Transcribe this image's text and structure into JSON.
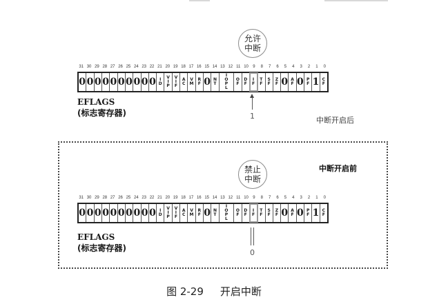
{
  "bit_numbers": [
    "31",
    "30",
    "29",
    "28",
    "27",
    "26",
    "25",
    "24",
    "23",
    "22",
    "21",
    "20",
    "19",
    "18",
    "17",
    "16",
    "15",
    "14",
    "13",
    "12",
    "11",
    "10",
    "9",
    "8",
    "7",
    "6",
    "5",
    "4",
    "3",
    "2",
    "1",
    "0"
  ],
  "cells": [
    [
      "0"
    ],
    [
      "0"
    ],
    [
      "0"
    ],
    [
      "0"
    ],
    [
      "0"
    ],
    [
      "0"
    ],
    [
      "0"
    ],
    [
      "0"
    ],
    [
      "0"
    ],
    [
      "0"
    ],
    [
      "I",
      "D"
    ],
    [
      "V",
      "I",
      "P"
    ],
    [
      "V",
      "I",
      "F"
    ],
    [
      "A",
      "C"
    ],
    [
      "V",
      "M"
    ],
    [
      "R",
      "F"
    ],
    [
      "0"
    ],
    [
      "N",
      "T"
    ],
    [
      "I",
      "O",
      "P",
      "L"
    ],
    [
      "O",
      "F"
    ],
    [
      "D",
      "F"
    ],
    [
      "I",
      "F"
    ],
    [
      "T",
      "F"
    ],
    [
      "S",
      "F"
    ],
    [
      "Z",
      "F"
    ],
    [
      "0"
    ],
    [
      "A",
      "F"
    ],
    [
      "0"
    ],
    [
      "P",
      "F"
    ],
    [
      "1"
    ],
    [
      "C",
      "F"
    ]
  ],
  "top_diagram": {
    "bubble": "允许中断",
    "eflags_label": "EFLAGS",
    "eflags_sub": "(标志寄存器)",
    "if_value": "1",
    "status": "中断开启后"
  },
  "bottom_diagram": {
    "bubble": "禁止中断",
    "eflags_label": "EFLAGS",
    "eflags_sub": "(标志寄存器)",
    "if_value": "0",
    "status": "中断开启前"
  },
  "caption": {
    "number": "图 2-29",
    "title": "开启中断"
  }
}
